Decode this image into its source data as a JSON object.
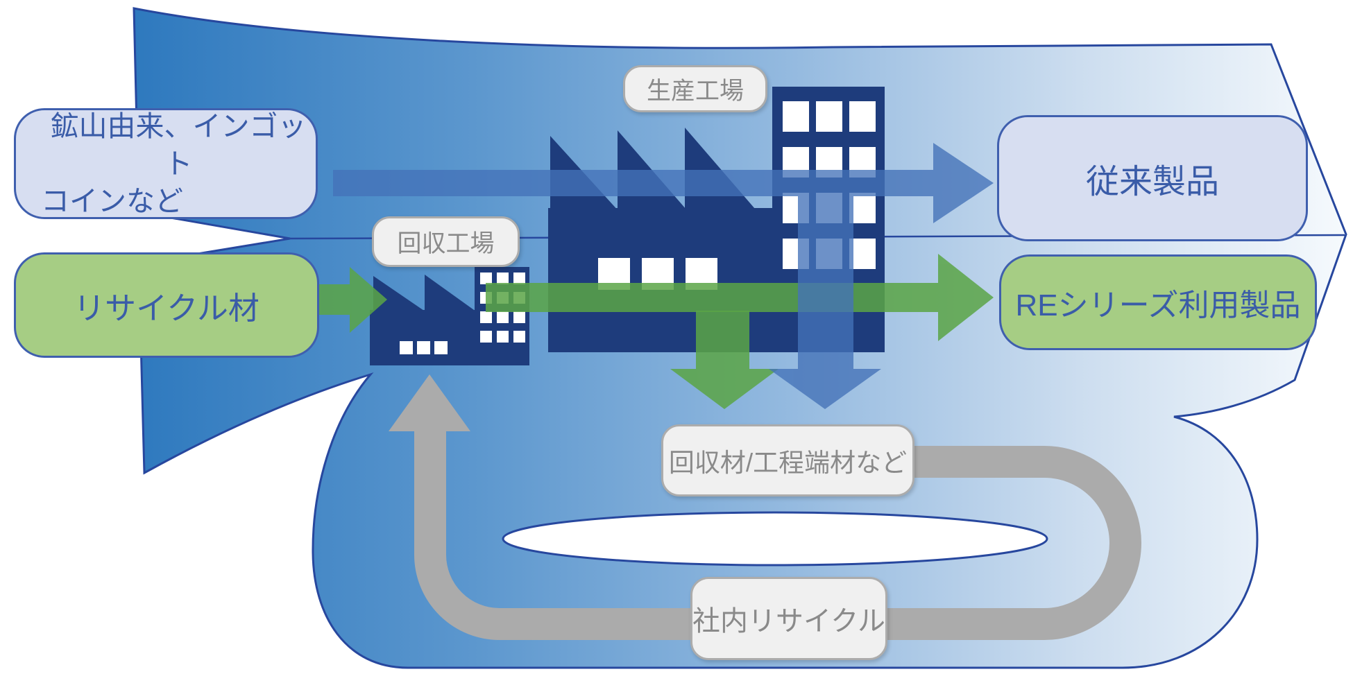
{
  "diagram_title": "recycling-material-flow-diagram",
  "boxes": {
    "mine": {
      "line1": "鉱山由来、インゴット",
      "line2": "コインなど"
    },
    "recycle": {
      "label": "リサイクル材"
    },
    "conventional": {
      "label": "従来製品"
    },
    "re_series": {
      "label": "REシリーズ利用製品"
    }
  },
  "process_labels": {
    "production_factory": {
      "label": "生産工場"
    },
    "collection_factory": {
      "label": "回収工場"
    },
    "collected_scrap": {
      "label": "回収材/工程端材など"
    },
    "internal_recycle": {
      "label": "社内リサイクル"
    }
  },
  "icons": {
    "large_factory": "factory-icon",
    "small_factory": "factory-icon",
    "blue_flow": "right-arrow-icon",
    "green_flow": "right-arrow-icon",
    "green_drop": "down-arrow-icon",
    "blue_drop": "down-arrow-icon",
    "gray_loop": "u-turn-up-arrow-icon",
    "background": "big-right-arrow-loop-shape"
  },
  "colors": {
    "bg_left": "#2E79BE",
    "bg_mid1": "#5C97CE",
    "bg_mid2": "#96BBE0",
    "bg_mid3": "#CCDDEF",
    "bg_right": "#F6FAFD",
    "outline": "#27479E",
    "navy": "#1E3C7C",
    "flow_blue": "#4472B8",
    "flow_green": "#5BA546",
    "loop_gray": "#ABABAB",
    "box_lavender": "#D7DEF1",
    "box_green": "#A6CD84",
    "box_border": "#3F5FAE",
    "box_text": "#3A5CA8",
    "label_bg": "#F0F0F0",
    "label_border": "#ACACAC",
    "label_text": "#8A8A8A"
  }
}
